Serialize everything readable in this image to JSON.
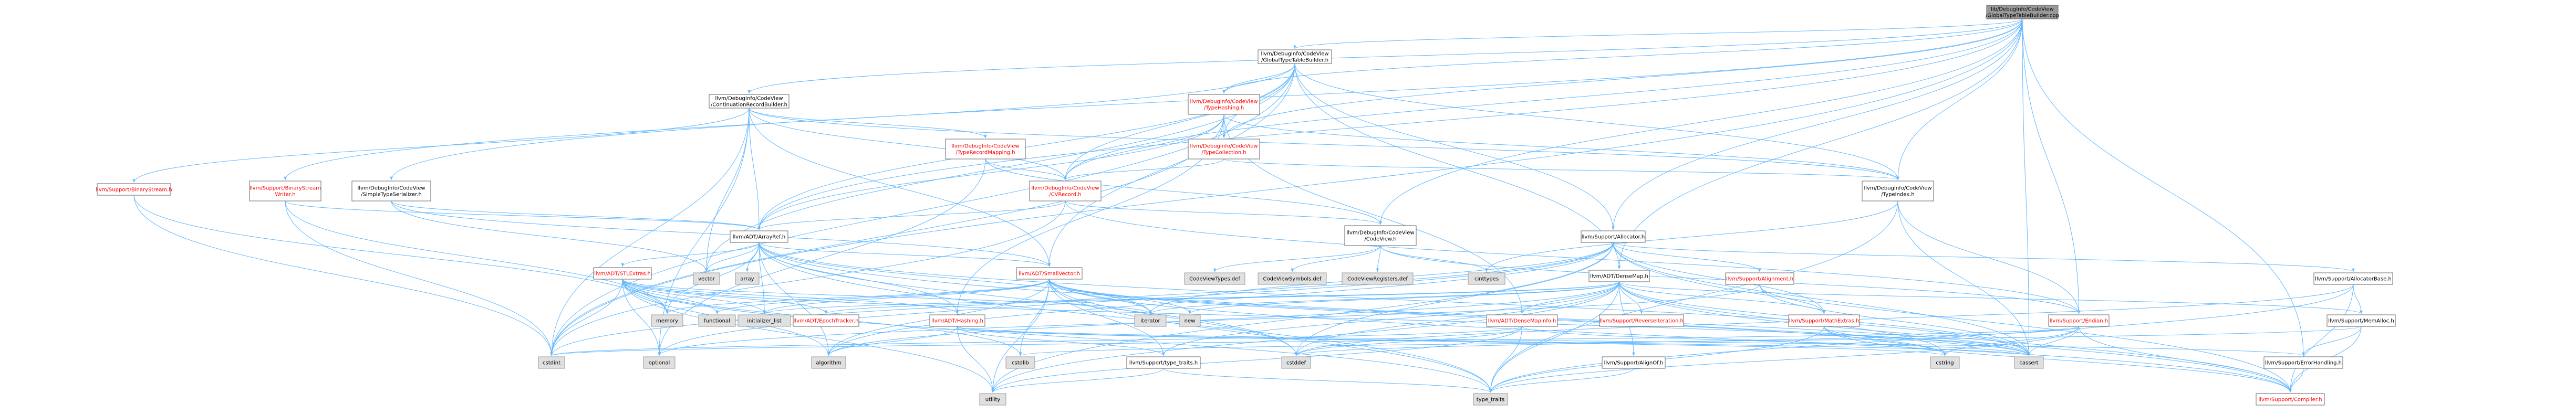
{
  "colors": {
    "root_fill": "#999999",
    "root_stroke": "#666666",
    "node_fill": "#ffffff",
    "node_stroke": "#666666",
    "sys_fill": "#e0e0e0",
    "sys_stroke": "#999999",
    "red_text": "#ff0000",
    "normal_text": "#000000",
    "edge": "#63b8ff"
  },
  "nodes": [
    {
      "id": "root",
      "lines": [
        "lib/DebugInfo/CodeView",
        "/GlobalTypeTableBuilder.cpp"
      ],
      "kind": "root"
    },
    {
      "id": "gttb",
      "lines": [
        "llvm/DebugInfo/CodeView",
        "/GlobalTypeTableBuilder.h"
      ],
      "kind": "normal"
    },
    {
      "id": "crb",
      "lines": [
        "llvm/DebugInfo/CodeView",
        "/ContinuationRecordBuilder.h"
      ],
      "kind": "normal"
    },
    {
      "id": "typehashing",
      "lines": [
        "llvm/DebugInfo/CodeView",
        "/TypeHashing.h"
      ],
      "kind": "red"
    },
    {
      "id": "typecollection",
      "lines": [
        "llvm/DebugInfo/CodeView",
        "/TypeCollection.h"
      ],
      "kind": "red"
    },
    {
      "id": "trm",
      "lines": [
        "llvm/DebugInfo/CodeView",
        "/TypeRecordMapping.h"
      ],
      "kind": "red"
    },
    {
      "id": "cvrecord",
      "lines": [
        "llvm/DebugInfo/CodeView",
        "/CVRecord.h"
      ],
      "kind": "red"
    },
    {
      "id": "typeindex",
      "lines": [
        "llvm/DebugInfo/CodeView",
        "/TypeIndex.h"
      ],
      "kind": "normal"
    },
    {
      "id": "codeview",
      "lines": [
        "llvm/DebugInfo/CodeView",
        "/CodeView.h"
      ],
      "kind": "normal"
    },
    {
      "id": "bsr",
      "lines": [
        "llvm/Support/BinaryStream",
        "Writer.h"
      ],
      "kind": "red"
    },
    {
      "id": "bstream",
      "lines": [
        "llvm/Support/BinaryStream.h"
      ],
      "kind": "red"
    },
    {
      "id": "sts",
      "lines": [
        "llvm/DebugInfo/CodeView",
        "/SimpleTypeSerializer.h"
      ],
      "kind": "normal"
    },
    {
      "id": "arrayref",
      "lines": [
        "llvm/ADT/ArrayRef.h"
      ],
      "kind": "normal"
    },
    {
      "id": "allocator",
      "lines": [
        "llvm/Support/Allocator.h"
      ],
      "kind": "normal"
    },
    {
      "id": "stlextras",
      "lines": [
        "llvm/ADT/STLExtras.h"
      ],
      "kind": "red"
    },
    {
      "id": "smallvector",
      "lines": [
        "llvm/ADT/SmallVector.h"
      ],
      "kind": "red"
    },
    {
      "id": "densemap",
      "lines": [
        "llvm/ADT/DenseMap.h"
      ],
      "kind": "normal"
    },
    {
      "id": "alignment",
      "lines": [
        "llvm/Support/Alignment.h"
      ],
      "kind": "red"
    },
    {
      "id": "allocbase",
      "lines": [
        "llvm/Support/AllocatorBase.h"
      ],
      "kind": "normal"
    },
    {
      "id": "cvtypes",
      "lines": [
        "CodeViewTypes.def"
      ],
      "kind": "sys"
    },
    {
      "id": "cvsymbols",
      "lines": [
        "CodeViewSymbols.def"
      ],
      "kind": "sys"
    },
    {
      "id": "cvregs",
      "lines": [
        "CodeViewRegisters.def"
      ],
      "kind": "sys"
    },
    {
      "id": "cinttypes",
      "lines": [
        "cinttypes"
      ],
      "kind": "sys"
    },
    {
      "id": "vector",
      "lines": [
        "vector"
      ],
      "kind": "sys"
    },
    {
      "id": "array",
      "lines": [
        "array"
      ],
      "kind": "sys"
    },
    {
      "id": "memory",
      "lines": [
        "memory"
      ],
      "kind": "sys"
    },
    {
      "id": "functional",
      "lines": [
        "functional"
      ],
      "kind": "sys"
    },
    {
      "id": "initlist",
      "lines": [
        "initializer_list"
      ],
      "kind": "sys"
    },
    {
      "id": "iterator",
      "lines": [
        "iterator"
      ],
      "kind": "sys"
    },
    {
      "id": "new",
      "lines": [
        "new"
      ],
      "kind": "sys"
    },
    {
      "id": "epoch",
      "lines": [
        "llvm/ADT/EpochTracker.h"
      ],
      "kind": "red"
    },
    {
      "id": "hashing",
      "lines": [
        "llvm/ADT/Hashing.h"
      ],
      "kind": "red"
    },
    {
      "id": "densemapinfo",
      "lines": [
        "llvm/ADT/DenseMapInfo.h"
      ],
      "kind": "red"
    },
    {
      "id": "reverseiter",
      "lines": [
        "llvm/Support/ReverseIteration.h"
      ],
      "kind": "red"
    },
    {
      "id": "mathextras",
      "lines": [
        "llvm/Support/MathExtras.h"
      ],
      "kind": "red"
    },
    {
      "id": "endian",
      "lines": [
        "llvm/Support/Endian.h"
      ],
      "kind": "red"
    },
    {
      "id": "memalloc",
      "lines": [
        "llvm/Support/MemAlloc.h"
      ],
      "kind": "normal"
    },
    {
      "id": "errhandling",
      "lines": [
        "llvm/Support/ErrorHandling.h"
      ],
      "kind": "normal"
    },
    {
      "id": "alignof",
      "lines": [
        "llvm/Support/AlignOf.h"
      ],
      "kind": "normal"
    },
    {
      "id": "typetraitsh",
      "lines": [
        "llvm/Support/type_traits.h"
      ],
      "kind": "normal"
    },
    {
      "id": "compiler",
      "lines": [
        "llvm/Support/Compiler.h"
      ],
      "kind": "red"
    },
    {
      "id": "optional",
      "lines": [
        "optional"
      ],
      "kind": "sys"
    },
    {
      "id": "algorithm",
      "lines": [
        "algorithm"
      ],
      "kind": "sys"
    },
    {
      "id": "cstdint",
      "lines": [
        "cstdint"
      ],
      "kind": "sys"
    },
    {
      "id": "cstdlib",
      "lines": [
        "cstdlib"
      ],
      "kind": "sys"
    },
    {
      "id": "cstddef",
      "lines": [
        "cstddef"
      ],
      "kind": "sys"
    },
    {
      "id": "cstring",
      "lines": [
        "cstring"
      ],
      "kind": "sys"
    },
    {
      "id": "cassert",
      "lines": [
        "cassert"
      ],
      "kind": "sys"
    },
    {
      "id": "utility",
      "lines": [
        "utility"
      ],
      "kind": "sys"
    },
    {
      "id": "typetraits",
      "lines": [
        "type_traits"
      ],
      "kind": "sys"
    }
  ],
  "edges": [
    [
      "root",
      "gttb"
    ],
    [
      "root",
      "crb"
    ],
    [
      "root",
      "typehashing"
    ],
    [
      "root",
      "cvrecord"
    ],
    [
      "root",
      "typeindex"
    ],
    [
      "root",
      "codeview"
    ],
    [
      "root",
      "allocator"
    ],
    [
      "root",
      "arrayref"
    ],
    [
      "root",
      "densemap"
    ],
    [
      "root",
      "cstdint"
    ],
    [
      "root",
      "cassert"
    ],
    [
      "root",
      "errhandling"
    ],
    [
      "root",
      "endian"
    ],
    [
      "root",
      "sts"
    ],
    [
      "root",
      "typecollection"
    ],
    [
      "gttb",
      "typehashing"
    ],
    [
      "gttb",
      "typecollection"
    ],
    [
      "gttb",
      "cvrecord"
    ],
    [
      "gttb",
      "typeindex"
    ],
    [
      "gttb",
      "arrayref"
    ],
    [
      "gttb",
      "allocator"
    ],
    [
      "gttb",
      "densemap"
    ],
    [
      "gttb",
      "smallvector"
    ],
    [
      "gttb",
      "bsr"
    ],
    [
      "gttb",
      "cstdint"
    ],
    [
      "gttb",
      "vector"
    ],
    [
      "crb",
      "trm"
    ],
    [
      "crb",
      "cvrecord"
    ],
    [
      "crb",
      "typeindex"
    ],
    [
      "crb",
      "arrayref"
    ],
    [
      "crb",
      "smallvector"
    ],
    [
      "crb",
      "bstream"
    ],
    [
      "crb",
      "vector"
    ],
    [
      "crb",
      "cstdint"
    ],
    [
      "crb",
      "optional"
    ],
    [
      "typehashing",
      "typecollection"
    ],
    [
      "typehashing",
      "cvrecord"
    ],
    [
      "typehashing",
      "typeindex"
    ],
    [
      "typehashing",
      "hashing"
    ],
    [
      "typehashing",
      "densemapinfo"
    ],
    [
      "typehashing",
      "arrayref"
    ],
    [
      "typehashing",
      "cstdint"
    ],
    [
      "typehashing",
      "type_traits"
    ],
    [
      "typecollection",
      "cvrecord"
    ],
    [
      "typecollection",
      "typeindex"
    ],
    [
      "trm",
      "cvrecord"
    ],
    [
      "trm",
      "codeview"
    ],
    [
      "trm",
      "optional"
    ],
    [
      "cvrecord",
      "codeview"
    ],
    [
      "cvrecord",
      "arrayref"
    ],
    [
      "cvrecord",
      "endian"
    ],
    [
      "cvrecord",
      "cstdint"
    ],
    [
      "typeindex",
      "endian"
    ],
    [
      "typeindex",
      "cinttypes"
    ],
    [
      "typeindex",
      "cassert"
    ],
    [
      "typeindex",
      "typetraits"
    ],
    [
      "codeview",
      "cvtypes"
    ],
    [
      "codeview",
      "cvsymbols"
    ],
    [
      "codeview",
      "cvregs"
    ],
    [
      "codeview",
      "cinttypes"
    ],
    [
      "codeview",
      "type_traits"
    ],
    [
      "codeview",
      "endian"
    ],
    [
      "bsr",
      "arrayref"
    ],
    [
      "bsr",
      "memory"
    ],
    [
      "bsr",
      "cstdint"
    ],
    [
      "bstream",
      "memory"
    ],
    [
      "bstream",
      "cstdint"
    ],
    [
      "sts",
      "arrayref"
    ],
    [
      "sts",
      "smallvector"
    ],
    [
      "sts",
      "vector"
    ],
    [
      "arrayref",
      "stlextras"
    ],
    [
      "arrayref",
      "smallvector"
    ],
    [
      "arrayref",
      "compiler"
    ],
    [
      "arrayref",
      "algorithm"
    ],
    [
      "arrayref",
      "array"
    ],
    [
      "arrayref",
      "cassert"
    ],
    [
      "arrayref",
      "cstddef"
    ],
    [
      "arrayref",
      "initlist"
    ],
    [
      "arrayref",
      "iterator"
    ],
    [
      "arrayref",
      "memory"
    ],
    [
      "arrayref",
      "typetraits"
    ],
    [
      "arrayref",
      "vector"
    ],
    [
      "arrayref",
      "hashing"
    ],
    [
      "allocator",
      "alignment"
    ],
    [
      "allocator",
      "allocbase"
    ],
    [
      "allocator",
      "compiler"
    ],
    [
      "allocator",
      "mathextras"
    ],
    [
      "allocator",
      "algorithm"
    ],
    [
      "allocator",
      "cassert"
    ],
    [
      "allocator",
      "cstddef"
    ],
    [
      "allocator",
      "cstdint"
    ],
    [
      "allocator",
      "iterator"
    ],
    [
      "allocator",
      "optional"
    ],
    [
      "allocator",
      "utility"
    ],
    [
      "stlextras",
      "hashing"
    ],
    [
      "stlextras",
      "epoch"
    ],
    [
      "stlextras",
      "functional"
    ],
    [
      "stlextras",
      "initlist"
    ],
    [
      "stlextras",
      "iterator"
    ],
    [
      "stlextras",
      "memory"
    ],
    [
      "stlextras",
      "optional"
    ],
    [
      "stlextras",
      "utility"
    ],
    [
      "stlextras",
      "cstdint"
    ],
    [
      "stlextras",
      "cstdlib"
    ],
    [
      "stlextras",
      "cassert"
    ],
    [
      "stlextras",
      "algorithm"
    ],
    [
      "stlextras",
      "typetraits"
    ],
    [
      "smallvector",
      "compiler"
    ],
    [
      "smallvector",
      "typetraitsh"
    ],
    [
      "smallvector",
      "algorithm"
    ],
    [
      "smallvector",
      "cassert"
    ],
    [
      "smallvector",
      "cstddef"
    ],
    [
      "smallvector",
      "cstdlib"
    ],
    [
      "smallvector",
      "cstring"
    ],
    [
      "smallvector",
      "functional"
    ],
    [
      "smallvector",
      "initlist"
    ],
    [
      "smallvector",
      "iterator"
    ],
    [
      "smallvector",
      "limits"
    ],
    [
      "smallvector",
      "memory"
    ],
    [
      "smallvector",
      "new"
    ],
    [
      "smallvector",
      "typetraits"
    ],
    [
      "smallvector",
      "utility"
    ],
    [
      "densemap",
      "densemapinfo"
    ],
    [
      "densemap",
      "epoch"
    ],
    [
      "densemap",
      "alignof"
    ],
    [
      "densemap",
      "compiler"
    ],
    [
      "densemap",
      "mathextras"
    ],
    [
      "densemap",
      "memalloc"
    ],
    [
      "densemap",
      "reverseiter"
    ],
    [
      "densemap",
      "typetraitsh"
    ],
    [
      "densemap",
      "algorithm"
    ],
    [
      "densemap",
      "cassert"
    ],
    [
      "densemap",
      "cstddef"
    ],
    [
      "densemap",
      "cstring"
    ],
    [
      "densemap",
      "initlist"
    ],
    [
      "densemap",
      "iterator"
    ],
    [
      "densemap",
      "new"
    ],
    [
      "densemap",
      "typetraits"
    ],
    [
      "densemap",
      "utility"
    ],
    [
      "alignment",
      "mathextras"
    ],
    [
      "alignment",
      "cassert"
    ],
    [
      "alignment",
      "optional"
    ],
    [
      "allocbase",
      "compiler"
    ],
    [
      "allocbase",
      "memalloc"
    ],
    [
      "allocbase",
      "typetraits"
    ],
    [
      "allocbase",
      "cstddef"
    ],
    [
      "hashing",
      "errhandling"
    ],
    [
      "hashing",
      "typetraitsh"
    ],
    [
      "hashing",
      "algorithm"
    ],
    [
      "hashing",
      "cassert"
    ],
    [
      "hashing",
      "cstring"
    ],
    [
      "hashing",
      "utility"
    ],
    [
      "densemapinfo",
      "cassert"
    ],
    [
      "densemapinfo",
      "cstddef"
    ],
    [
      "densemapinfo",
      "cstdint"
    ],
    [
      "densemapinfo",
      "utility"
    ],
    [
      "densemapinfo",
      "typetraits"
    ],
    [
      "mathextras",
      "compiler"
    ],
    [
      "mathextras",
      "cassert"
    ],
    [
      "mathextras",
      "cstring"
    ],
    [
      "mathextras",
      "typetraits"
    ],
    [
      "endian",
      "compiler"
    ],
    [
      "endian",
      "cassert"
    ],
    [
      "endian",
      "cstddef"
    ],
    [
      "endian",
      "cstdint"
    ],
    [
      "endian",
      "cstring"
    ],
    [
      "endian",
      "typetraits"
    ],
    [
      "memalloc",
      "compiler"
    ],
    [
      "memalloc",
      "errhandling"
    ],
    [
      "memalloc",
      "cstdlib"
    ],
    [
      "errhandling",
      "compiler"
    ],
    [
      "alignof",
      "typetraits"
    ],
    [
      "typetraitsh",
      "typetraits"
    ],
    [
      "typetraitsh",
      "utility"
    ]
  ]
}
